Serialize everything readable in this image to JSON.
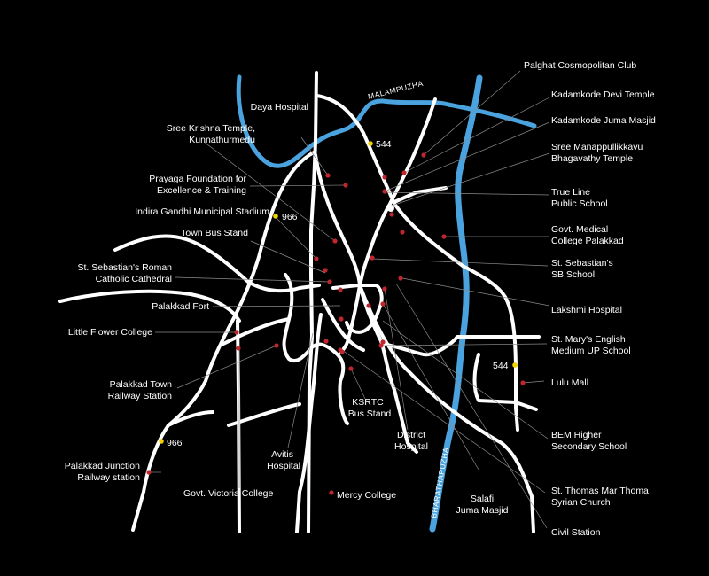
{
  "colors": {
    "background": "#000000",
    "road": "#ffffff",
    "river": "#4aa3df",
    "poi": "#c0262d",
    "highway_marker": "#f2d100",
    "leader": "#8a8a8a"
  },
  "rivers": {
    "malampuzha": "MALAMPUZHA",
    "bharathapuzha": "BHARATHAPUZHA"
  },
  "highways": {
    "nh544_north": "544",
    "nh966_north": "966",
    "nh544_east": "544",
    "nh966_south": "966"
  },
  "places": {
    "daya_hospital": "Daya Hospital",
    "sree_krishna_temple_1": "Sree Krishna Temple,",
    "sree_krishna_temple_2": "Kunnathurmedu",
    "prayaga_1": "Prayaga Foundation for",
    "prayaga_2": "Excellence & Training",
    "indira_gandhi_stadium": "Indira Gandhi Municipal Stadium",
    "town_bus_stand": "Town Bus Stand",
    "st_sebastian_cathedral_1": "St. Sebastian's Roman",
    "st_sebastian_cathedral_2": "Catholic Cathedral",
    "palakkad_fort": "Palakkad Fort",
    "little_flower_college": "Little Flower College",
    "palakkad_town_rs_1": "Palakkad Town",
    "palakkad_town_rs_2": "Railway Station",
    "palakkad_junction_rs_1": "Palakkad Junction",
    "palakkad_junction_rs_2": "Railway station",
    "govt_victoria_college": "Govt. Victoria College",
    "avitis_hospital_1": "Avitis",
    "avitis_hospital_2": "Hospital",
    "mercy_college": "Mercy College",
    "ksrtc_1": "KSRTC",
    "ksrtc_2": "Bus Stand",
    "district_hospital_1": "District",
    "district_hospital_2": "Hospital",
    "salafi_masjid_1": "Salafi",
    "salafi_masjid_2": "Juma Masjid",
    "civil_station": "Civil Station",
    "palghat_club": "Palghat Cosmopolitan Club",
    "kadamkode_devi": "Kadamkode Devi Temple",
    "kadamkode_masjid": "Kadamkode Juma Masjid",
    "manappullikkavu_1": "Sree Manappullikkavu",
    "manappullikkavu_2": "Bhagavathy Temple",
    "true_line_1": "True Line",
    "true_line_2": "Public School",
    "medical_college_1": "Govt. Medical",
    "medical_college_2": "College Palakkad",
    "st_sebastian_school_1": "St. Sebastian's",
    "st_sebastian_school_2": "SB School",
    "lakshmi_hospital": "Lakshmi Hospital",
    "st_marys_1": "St. Mary's English",
    "st_marys_2": "Medium UP School",
    "lulu_mall": "Lulu Mall",
    "bem_1": "BEM Higher",
    "bem_2": "Secondary School",
    "st_thomas_1": "St. Thomas Mar Thoma",
    "st_thomas_2": "Syrian Church"
  }
}
